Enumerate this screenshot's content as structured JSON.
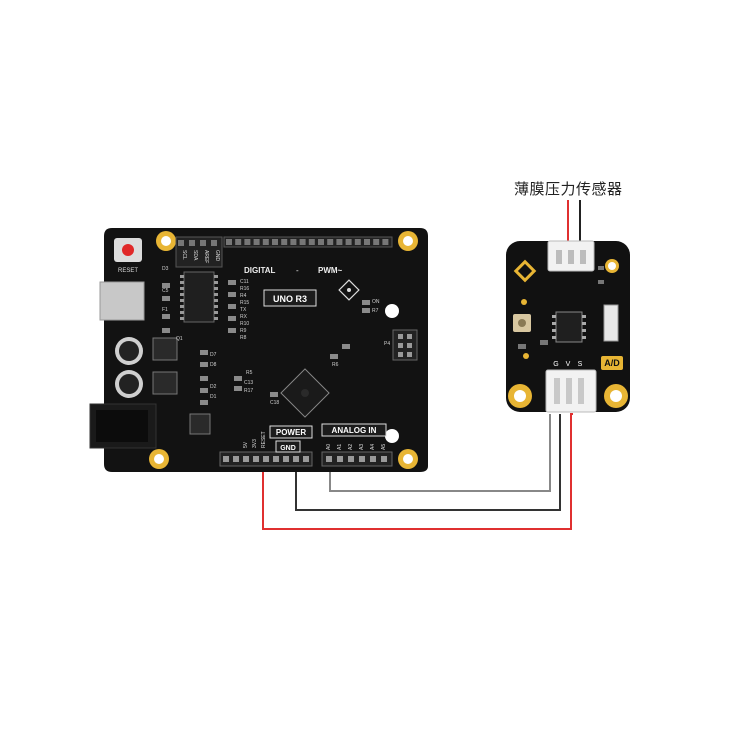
{
  "sensor": {
    "title": "薄膜压力传感器",
    "badge": "A/D",
    "pin_labels": [
      "G",
      "V",
      "S"
    ]
  },
  "board": {
    "name": "UNO R3",
    "reset_label": "RESET",
    "digital_label": "DIGITAL",
    "pwm_label": "PWM~",
    "power_label": "POWER",
    "gnd_label": "GND",
    "analog_label": "ANALOG IN",
    "top_header_labels": [
      "SCL",
      "SDA",
      "AREF",
      "GND"
    ],
    "power_pin_labels": [
      "5V",
      "3V3",
      "RESET"
    ],
    "analog_pin_labels": [
      "A0",
      "A1",
      "A2",
      "A3",
      "A4",
      "A5"
    ],
    "component_labels": [
      "D3",
      "C5",
      "F1",
      "Q1",
      "D7",
      "D8",
      "D2",
      "D1",
      "C11",
      "R16",
      "R4",
      "R15",
      "TX",
      "RX",
      "R10",
      "R9",
      "R8",
      "C13",
      "R17",
      "ON",
      "R7",
      "P4",
      "C18",
      "R5",
      "R6"
    ]
  },
  "wires": {
    "signal_color": "#888888",
    "ground_color": "#333333",
    "power_color": "#e03030"
  },
  "colors": {
    "pcb": "#121212",
    "sensor_pcb": "#111111",
    "gold_pad": "#e8b534",
    "connector": "#f2f2f2",
    "reset_button": "#e02828"
  }
}
